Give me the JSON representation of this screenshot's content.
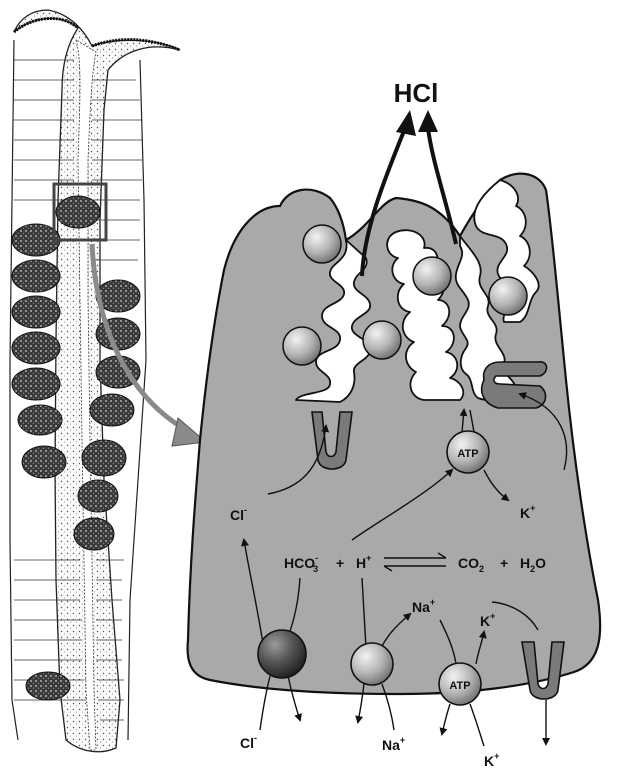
{
  "product": {
    "formula": "HCl"
  },
  "ions": {
    "cl_upper": "Cl",
    "cl_upper_charge": "-",
    "k_upper": "K",
    "k_upper_charge": "+",
    "atp_apical": "ATP",
    "atp_basal": "ATP",
    "na_mid": "Na",
    "na_mid_charge": "+",
    "k_mid": "K",
    "k_mid_charge": "+",
    "cl_lower": "Cl",
    "cl_lower_charge": "-",
    "na_lower": "Na",
    "na_lower_charge": "+",
    "k_lower": "K",
    "k_lower_charge": "+"
  },
  "reaction": {
    "hco3": "HCO",
    "hco3_sub": "3",
    "hco3_charge": "-",
    "plus1": "+",
    "h": "H",
    "h_charge": "+",
    "co2": "CO",
    "co2_sub": "2",
    "plus2": "+",
    "h2o_h": "H",
    "h2o_sub": "2",
    "h2o_o": "O"
  },
  "colors": {
    "cell_fill": "#a9a9a9",
    "outline": "#111111",
    "sphere_light": "#e6e6e6",
    "sphere_dark": "#7a7a7a",
    "exchanger_dark": "#3a3a3a",
    "callout_arrow": "#8a8a8a"
  }
}
